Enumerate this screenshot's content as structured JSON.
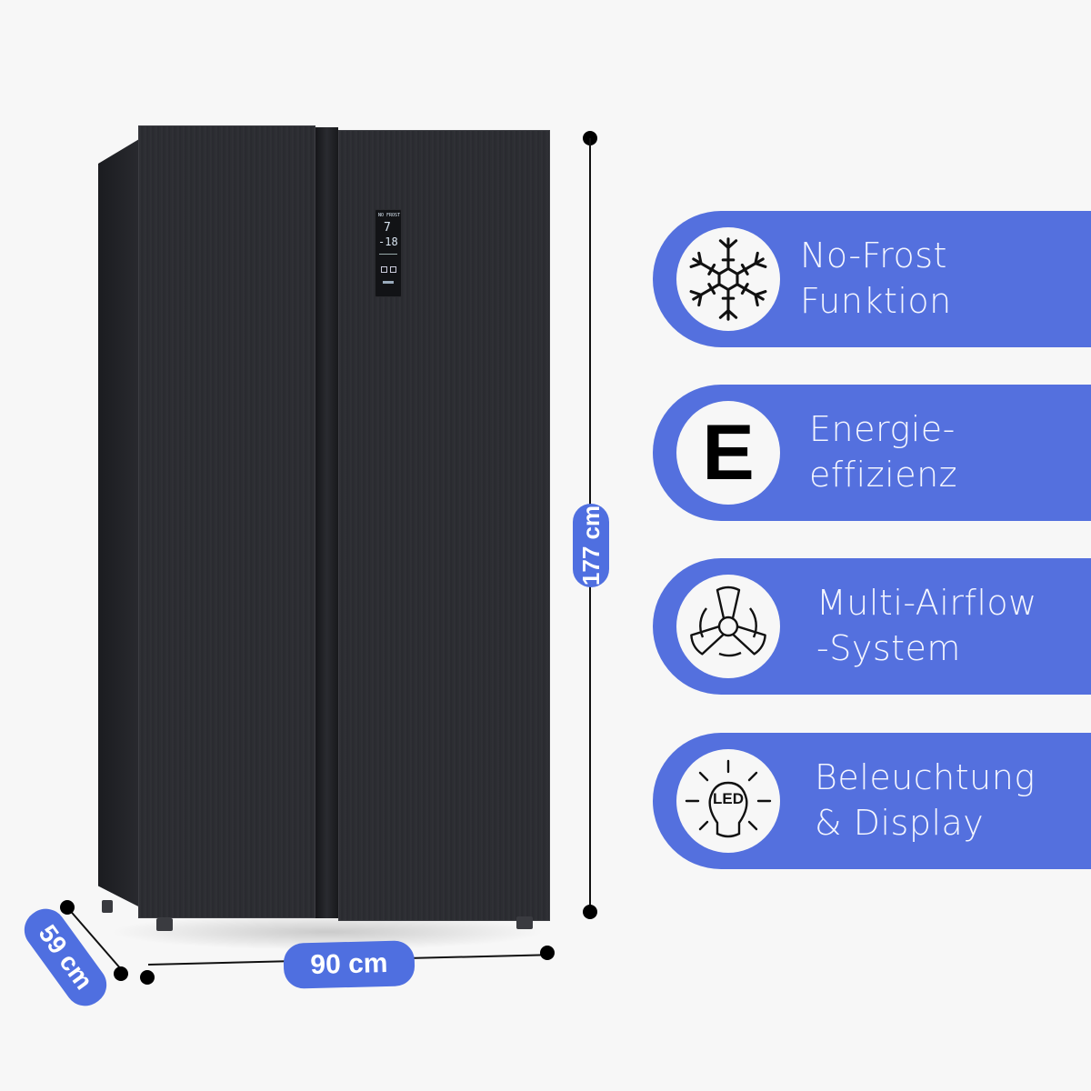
{
  "product": {
    "type": "Side-by-side refrigerator",
    "color": "black",
    "display": {
      "top_line": "NO FROST",
      "temp1": "7",
      "temp2": "-18"
    }
  },
  "dimensions": {
    "height": "177 cm",
    "width": "90 cm",
    "depth": "59 cm"
  },
  "features": [
    {
      "icon": "snowflake-icon",
      "line1": "No-Frost",
      "line2": "Funktion"
    },
    {
      "icon": "energy-class-e-icon",
      "glyph": "E",
      "line1": "Energie-",
      "line2": "effizienz"
    },
    {
      "icon": "fan-icon",
      "line1": "Multi-Airflow",
      "line2": "-System"
    },
    {
      "icon": "led-bulb-icon",
      "glyph": "LED",
      "line1": "Beleuchtung",
      "line2": "& Display"
    }
  ],
  "colors": {
    "accent": "#5470de",
    "background": "#f7f7f7",
    "fridge": "#2d2e33"
  }
}
